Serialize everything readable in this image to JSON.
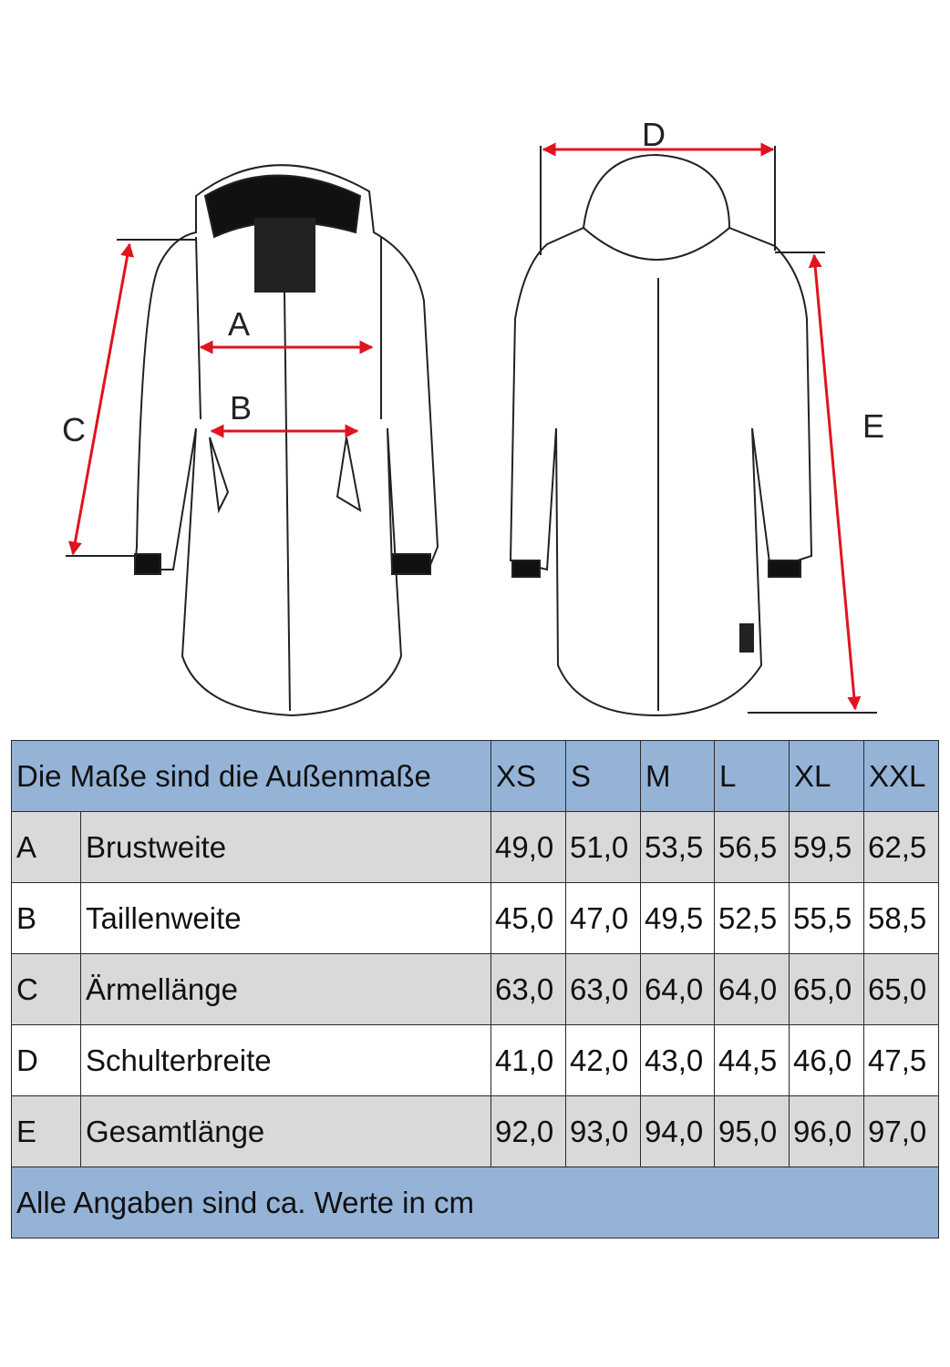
{
  "diagram": {
    "labels": {
      "A": "A",
      "B": "B",
      "C": "C",
      "D": "D",
      "E": "E"
    },
    "arrow_color": "#e0141e"
  },
  "table": {
    "header": "Die Maße sind die Außenmaße",
    "sizes": [
      "XS",
      "S",
      "M",
      "L",
      "XL",
      "XXL"
    ],
    "rows": [
      {
        "key": "A",
        "name": "Brustweite",
        "values": [
          "49,0",
          "51,0",
          "53,5",
          "56,5",
          "59,5",
          "62,5"
        ]
      },
      {
        "key": "B",
        "name": "Taillenweite",
        "values": [
          "45,0",
          "47,0",
          "49,5",
          "52,5",
          "55,5",
          "58,5"
        ]
      },
      {
        "key": "C",
        "name": "Ärmellänge",
        "values": [
          "63,0",
          "63,0",
          "64,0",
          "64,0",
          "65,0",
          "65,0"
        ]
      },
      {
        "key": "D",
        "name": "Schulterbreite",
        "values": [
          "41,0",
          "42,0",
          "43,0",
          "44,5",
          "46,0",
          "47,5"
        ]
      },
      {
        "key": "E",
        "name": "Gesamtlänge",
        "values": [
          "92,0",
          "93,0",
          "94,0",
          "95,0",
          "96,0",
          "97,0"
        ]
      }
    ],
    "footer": "Alle Angaben sind ca. Werte in cm"
  }
}
